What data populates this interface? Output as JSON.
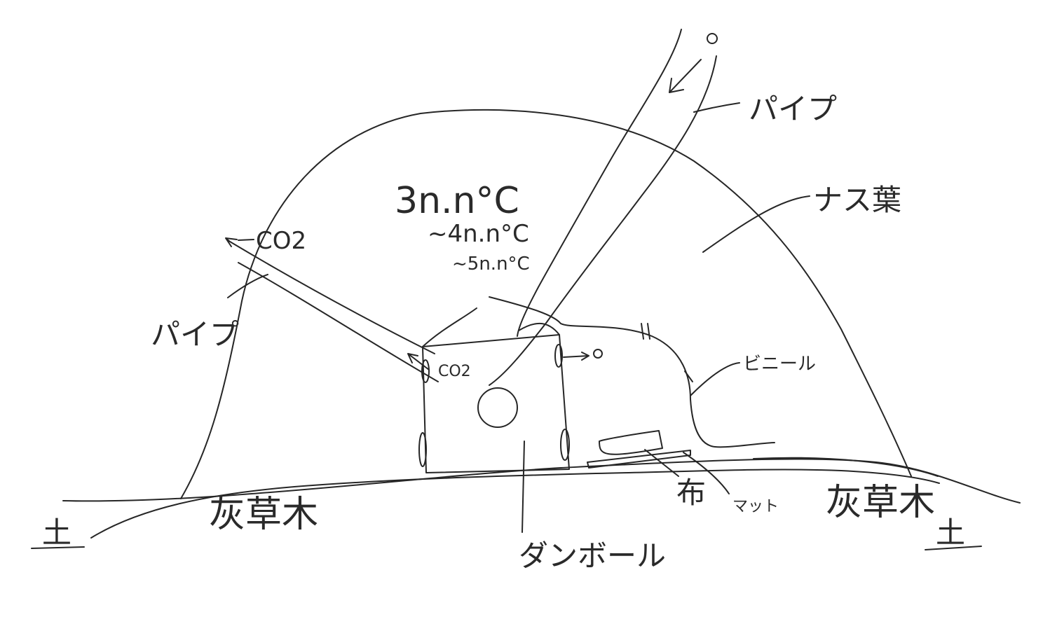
{
  "diagram": {
    "temperature": {
      "line1": "3n.n°C",
      "line2": "~4n.n°C",
      "line3": "~5n.n°C"
    },
    "labels": {
      "co2_top": "CO2",
      "co2_box": "CO2",
      "o_top": "O",
      "o_box": "O",
      "pipe_right": "パイプ",
      "pipe_left": "パイプ",
      "nasu_leaf": "ナス葉",
      "vinyl": "ビニール",
      "cloth": "布",
      "mat": "マット",
      "cardboard": "ダンボール",
      "ash_left": "灰草木",
      "ash_right": "灰草木",
      "soil_left": "土",
      "soil_right": "土"
    },
    "colors": {
      "ink": "#262626",
      "background": "#ffffff"
    }
  }
}
